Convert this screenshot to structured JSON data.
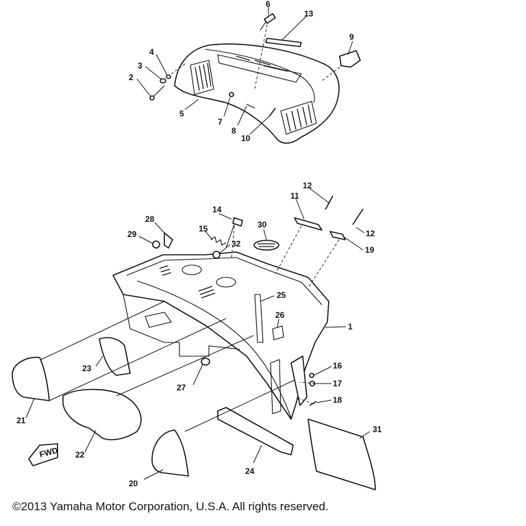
{
  "callouts": {
    "c1": "1",
    "c2": "2",
    "c3": "3",
    "c4": "4",
    "c5": "5",
    "c6": "6",
    "c7": "7",
    "c8": "8",
    "c9": "9",
    "c10": "10",
    "c11": "11",
    "c12a": "12",
    "c12b": "12",
    "c13": "13",
    "c14": "14",
    "c15": "15",
    "c16": "16",
    "c17": "17",
    "c18": "18",
    "c19": "19",
    "c20": "20",
    "c21": "21",
    "c22": "22",
    "c23": "23",
    "c24": "24",
    "c25": "25",
    "c26": "26",
    "c27": "27",
    "c28": "28",
    "c29": "29",
    "c30": "30",
    "c31": "31",
    "c32": "32"
  },
  "fwd_mark": "FWD",
  "copyright": "©2013 Yamaha Motor Corporation, U.S.A. All rights reserved."
}
